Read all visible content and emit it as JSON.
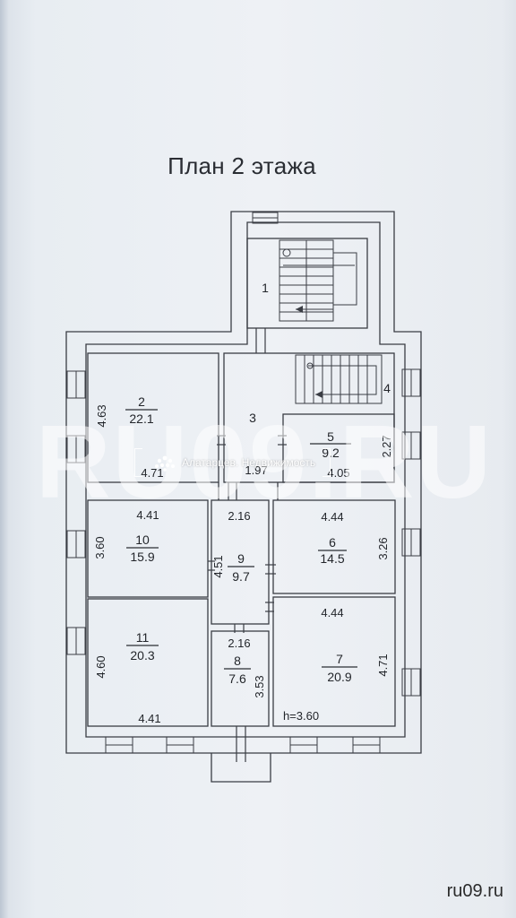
{
  "title": "План 2 этажа",
  "watermark": {
    "big_text": "RU09.RU",
    "agency": "Алатарцев. Недвижимость"
  },
  "footer": {
    "site": "ru09.ru"
  },
  "rooms": [
    {
      "no": "1",
      "area": ""
    },
    {
      "no": "2",
      "area": "22.1"
    },
    {
      "no": "3",
      "area": ""
    },
    {
      "no": "4",
      "area": ""
    },
    {
      "no": "5",
      "area": "9.2"
    },
    {
      "no": "6",
      "area": "14.5"
    },
    {
      "no": "7",
      "area": "20.9"
    },
    {
      "no": "8",
      "area": "7.6"
    },
    {
      "no": "9",
      "area": "9.7"
    },
    {
      "no": "10",
      "area": "15.9"
    },
    {
      "no": "11",
      "area": "20.3"
    }
  ],
  "dimensions": {
    "r2_h": "4.63",
    "r2_w": "4.71",
    "r3_w": "1.97",
    "r5_w": "4.05",
    "r5_h": "2.27",
    "corr_top_w": "2.16",
    "r10_w": "4.41",
    "r10_h": "3.60",
    "r9_h": "4.51",
    "r6_w": "4.44",
    "r6_h": "3.26",
    "r7_w": "4.44",
    "r7_h": "4.71",
    "r8_w": "2.16",
    "r8_h": "3.53",
    "r11_h": "4.60",
    "r11_w": "4.41",
    "ceiling": "h=3.60"
  }
}
